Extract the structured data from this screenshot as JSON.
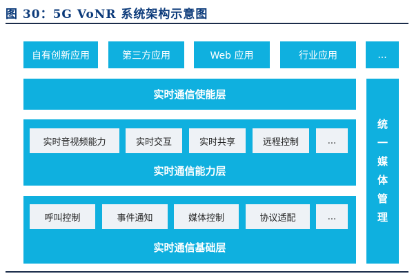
{
  "figure": {
    "title": "图 30：5G VoNR 系统架构示意图"
  },
  "apps": [
    "自有创新应用",
    "第三方应用",
    "Web 应用",
    "行业应用",
    "..."
  ],
  "layers": {
    "enable": {
      "title": "实时通信使能层"
    },
    "capability": {
      "title": "实时通信能力层",
      "items": [
        "实时音视频能力",
        "实时交互",
        "实时共享",
        "远程控制",
        "..."
      ]
    },
    "base": {
      "title": "实时通信基础层",
      "items": [
        "呼叫控制",
        "事件通知",
        "媒体控制",
        "协议适配",
        "..."
      ]
    }
  },
  "side_panel": {
    "chars": [
      "统",
      "一",
      "媒",
      "体",
      "管",
      "理"
    ]
  },
  "colors": {
    "block": "#0fb0df",
    "inner": "#eef2f6",
    "title": "#0b3a7a"
  }
}
